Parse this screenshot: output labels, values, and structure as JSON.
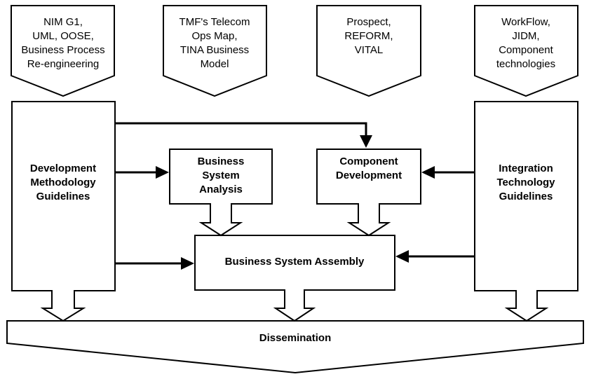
{
  "inputs": [
    {
      "lines": [
        "NIM G1,",
        "UML, OOSE,",
        "Business Process",
        "Re-engineering"
      ]
    },
    {
      "lines": [
        "TMF's Telecom",
        "Ops Map,",
        "TINA Business",
        "Model"
      ]
    },
    {
      "lines": [
        "Prospect,",
        "REFORM,",
        "VITAL"
      ]
    },
    {
      "lines": [
        "WorkFlow,",
        "JIDM,",
        "Component",
        "technologies"
      ]
    }
  ],
  "boxes": {
    "dev_methodology": {
      "lines": [
        "Development",
        "Methodology",
        "Guidelines"
      ]
    },
    "integration": {
      "lines": [
        "Integration",
        "Technology",
        "Guidelines"
      ]
    },
    "business_analysis": {
      "lines": [
        "Business",
        "System",
        "Analysis"
      ]
    },
    "component_dev": {
      "lines": [
        "Component",
        "Development"
      ]
    },
    "assembly": {
      "label": "Business System Assembly"
    },
    "dissemination": {
      "label": "Dissemination"
    }
  }
}
